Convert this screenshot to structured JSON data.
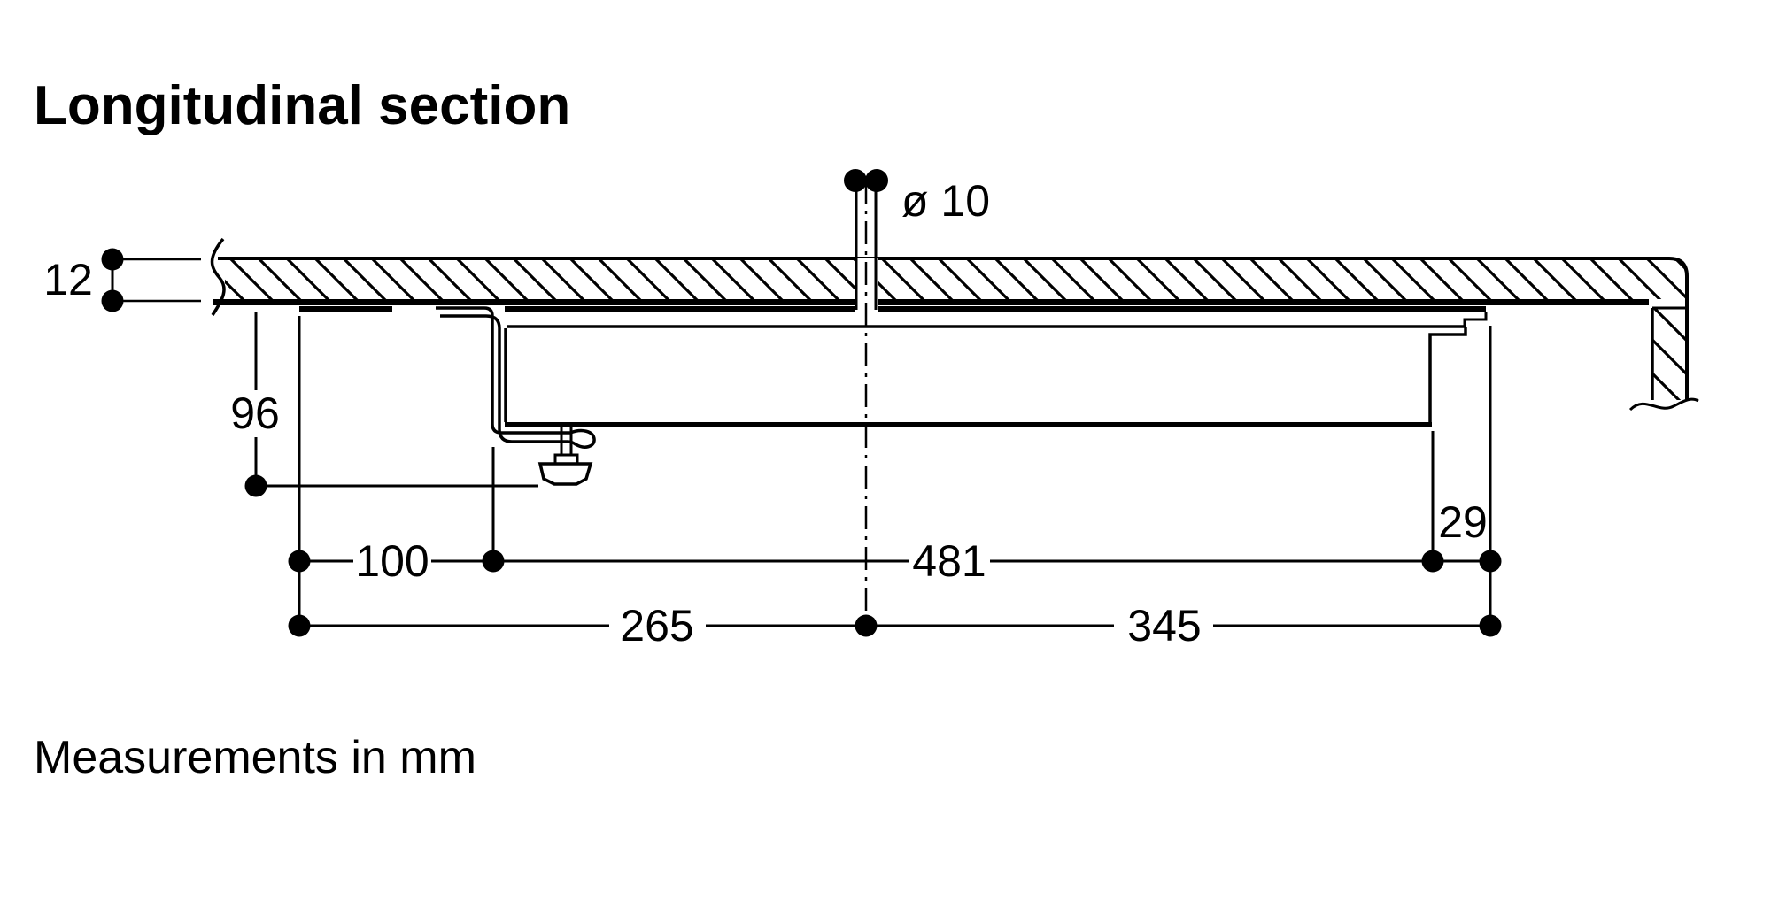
{
  "title": "Longitudinal section",
  "footer": "Measurements in mm",
  "colors": {
    "ink": "#000000",
    "background": "#ffffff"
  },
  "dimensions": {
    "worktop_thickness": {
      "label": "12",
      "unit": "mm"
    },
    "clearance_below_worktop": {
      "label": "96",
      "unit": "mm"
    },
    "left_edge_to_bracket": {
      "label": "100",
      "unit": "mm"
    },
    "appliance_body_width": {
      "label": "481",
      "unit": "mm"
    },
    "right_edge_offset": {
      "label": "29",
      "unit": "mm"
    },
    "left_edge_to_hole_center": {
      "label": "265",
      "unit": "mm"
    },
    "hole_center_to_right_edge": {
      "label": "345",
      "unit": "mm"
    },
    "hole_diameter": {
      "label": "ø 10",
      "unit": "mm"
    }
  }
}
